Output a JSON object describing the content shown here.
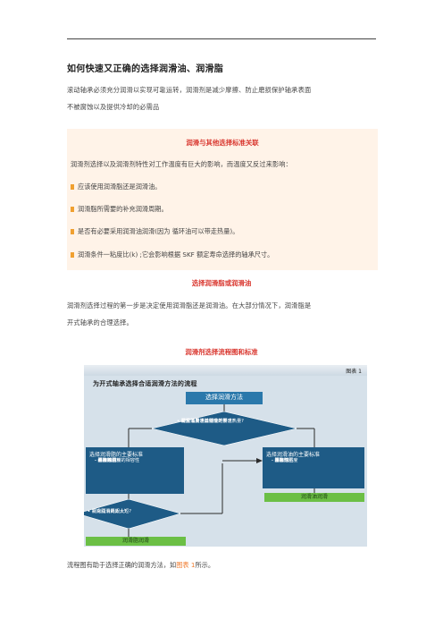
{
  "title": "如何快速又正确的选择润滑油、润滑脂",
  "intro_line1": "滚动轴承必须充分润滑以实现可靠运转，润滑剂是减少摩擦、防止磨损保护轴承表面",
  "intro_line2": "不被腐蚀以及提供冷却的必需品",
  "box": {
    "heading": "润滑与其他选择标准关联",
    "intro": "润滑剂选择以及润滑剂特性对工作温度有巨大的影响，而温度又反过来影响：",
    "items": [
      "应该使用润滑脂还是润滑油。",
      "润滑脂所需要的补充润滑周期。",
      "是否有必要采用润滑油润滑(因为  循环油可以带走热量)。",
      "润滑条件一粘度比(k) ;它会影响根据 SKF 额定寿命选择的轴承尺寸。"
    ]
  },
  "section2": {
    "heading": "选择润滑脂或润滑油",
    "line1": "润滑剂选择过程的第一步是决定使用润滑脂还是润滑油。在大部分情况下，润滑脂是",
    "line2": "开式轴承的合理选择。"
  },
  "section3": {
    "heading": "润滑剂选择流程图和标准"
  },
  "figure": {
    "number": "图表 1",
    "title": "为开式轴承选择合适润滑方法的流程",
    "top_box": "选择润滑方法",
    "decision1": [
      "• 润滑油用于其他目的?",
      "• 是否需要通过润滑剂带走热量?",
      "• 有其他润滑油特性的要求?"
    ],
    "left_box_title": "选择润滑脂的主要标准",
    "left_box_items": [
      "- 温度范围",
      "- 稠度等级",
      "- 基础油粘度",
      "- 添加剂",
      "- 与接触材料的相容性"
    ],
    "right_box_title": "选择润滑油的主要标准",
    "right_box_items": [
      "- 温度范围",
      "- 基础油粘度",
      "- 添加剂",
      "- 相容性"
    ],
    "decision2": [
      "• 补充润滑周期太短?",
      "• 润滑脂消耗太大?"
    ],
    "grease_label": "润滑脂润滑",
    "oil_label": "润滑油润滑"
  },
  "caption": {
    "before": "流程图有助于选择正确的润滑方法，如",
    "link": "图表 1",
    "after": "所示。"
  }
}
